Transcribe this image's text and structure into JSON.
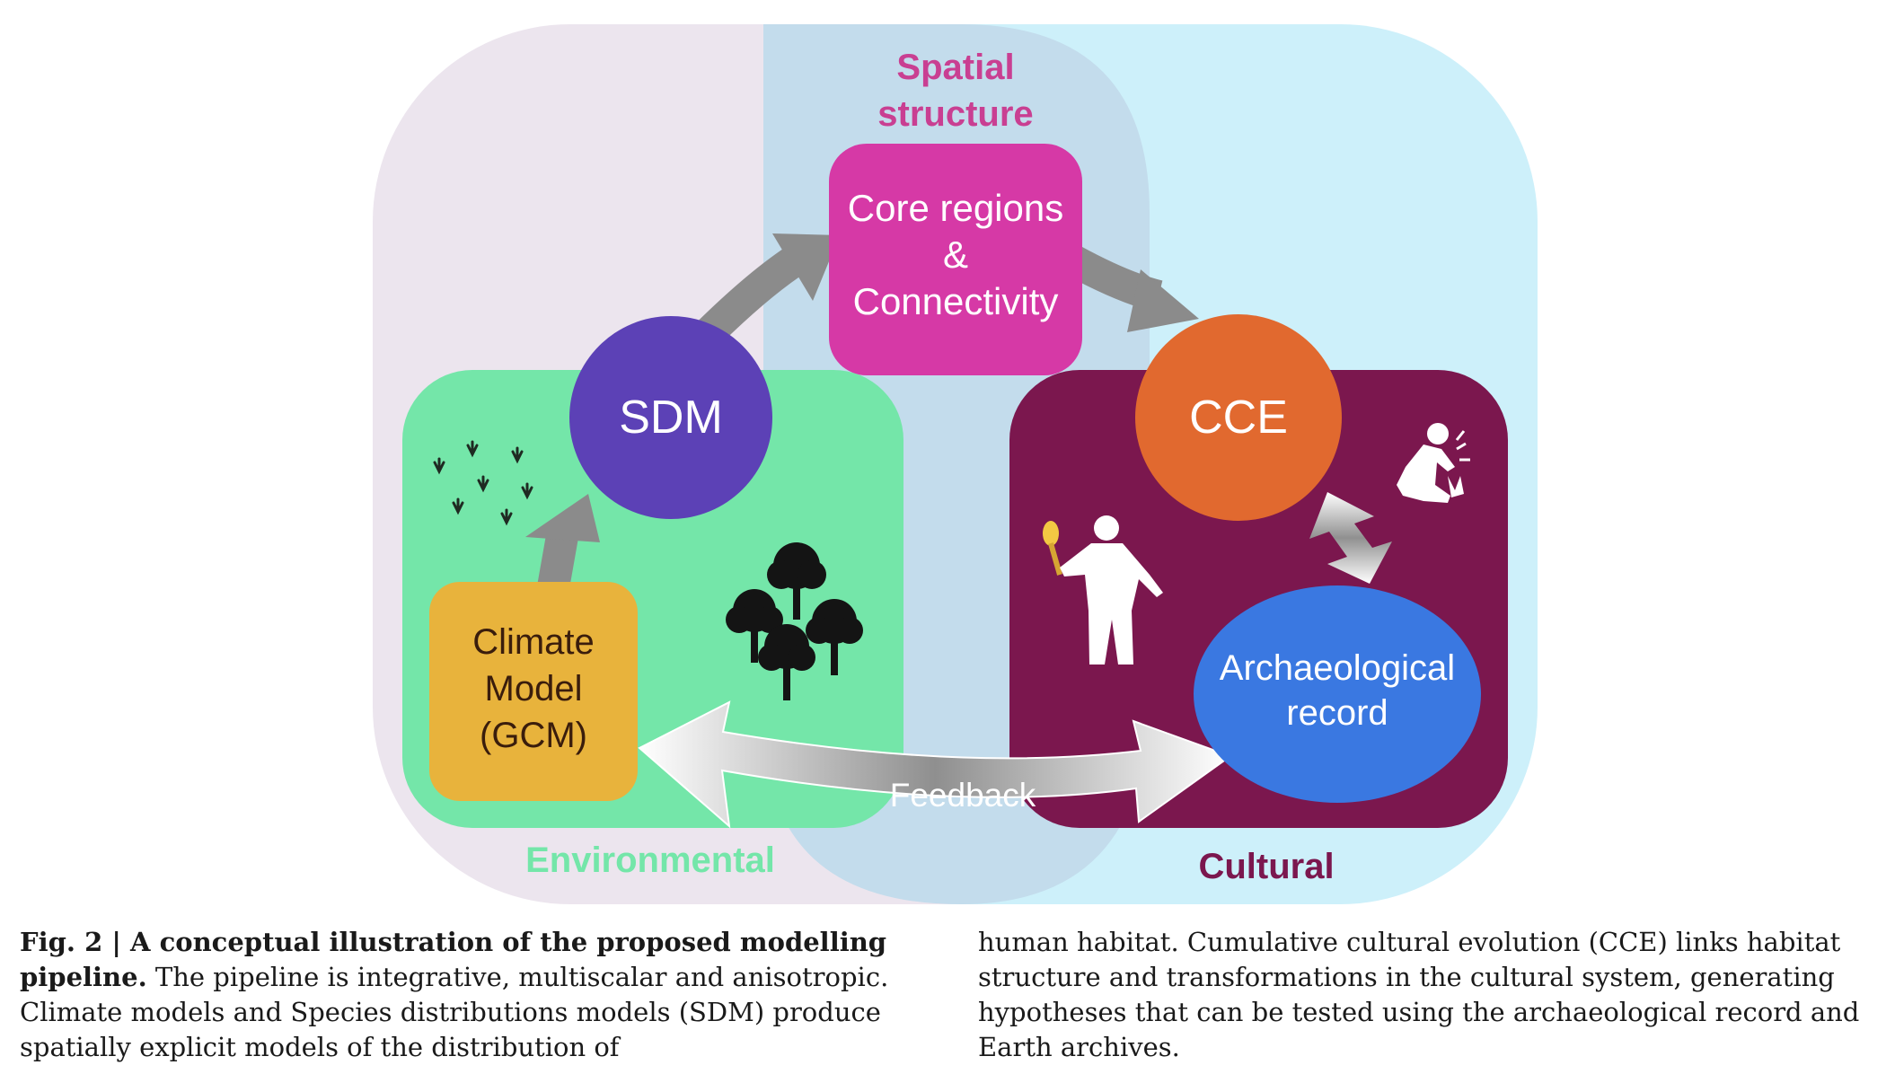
{
  "figure": {
    "labels": {
      "spatial_line1": "Spatial",
      "spatial_line2": "structure",
      "environmental": "Environmental",
      "cultural": "Cultural",
      "feedback": "Feedback"
    },
    "nodes": {
      "core_line1": "Core regions",
      "core_line2": "&",
      "core_line3": "Connectivity",
      "sdm": "SDM",
      "cce": "CCE",
      "climate_line1": "Climate",
      "climate_line2": "Model",
      "climate_line3": "(GCM)",
      "arch_line1": "Archaeological",
      "arch_line2": "record"
    },
    "colors": {
      "environmental_bg": "#74e6a9",
      "cultural_bg": "#7b174e",
      "spatial_bg": "#c3dcec",
      "core_box": "#d639a6",
      "sdm_circle": "#5c41b6",
      "cce_circle": "#e1692f",
      "climate_box": "#e8b33c",
      "arch_circle": "#3a78e1",
      "spatial_text": "#c93f92",
      "environmental_text": "#74e6a9",
      "cultural_text": "#7b174e"
    }
  },
  "caption": {
    "fig_label": "Fig. 2 | A conceptual illustration of the proposed modelling pipeline.",
    "left_text": " The pipeline is integrative, multiscalar and anisotropic. Climate models and Species distributions models (SDM) produce spatially explicit models of the distribution of",
    "right_text": "human habitat. Cumulative cultural evolution (CCE) links habitat structure and transformations in the cultural system, generating hypotheses that can be tested using the archaeological record and Earth archives."
  }
}
